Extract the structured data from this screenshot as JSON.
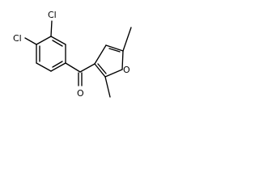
{
  "molecule": {
    "atoms": {
      "chlorine_top": "Cl",
      "chlorine_left": "Cl",
      "oxygen_ring": "O",
      "oxygen_carbonyl": "O"
    }
  }
}
